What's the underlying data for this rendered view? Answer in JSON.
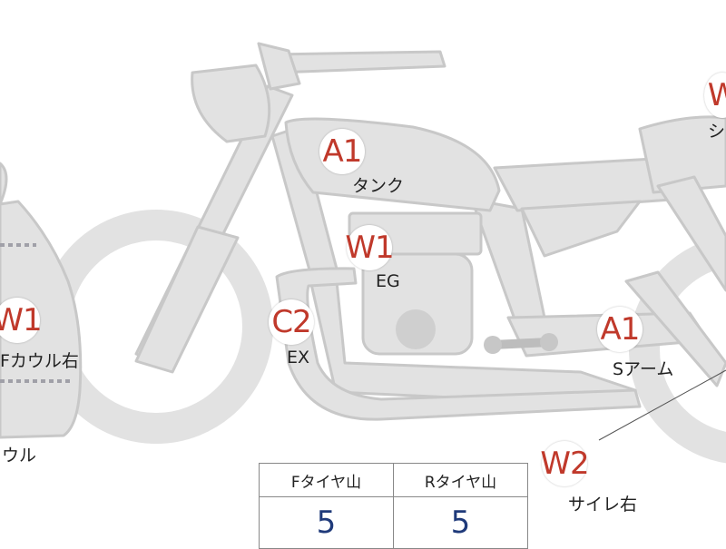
{
  "colors": {
    "body_fill": "#e2e2e2",
    "body_stroke": "#c8c8c8",
    "code_red": "#c0392b",
    "value_blue": "#1f3a7a"
  },
  "markers": {
    "tank": {
      "code": "A1",
      "label": "タンク"
    },
    "engine": {
      "code": "W1",
      "label": "EG"
    },
    "exhaust": {
      "code": "C2",
      "label": "EX"
    },
    "swingarm": {
      "code": "A1",
      "label": "Sアーム"
    },
    "silencer_right": {
      "code": "W2",
      "label": "サイレ右"
    },
    "f_cowl_right": {
      "code": "W1",
      "label": "Fカウル右"
    },
    "cowl_partial": {
      "label": "ウル"
    },
    "seat_partial": {
      "code": "W",
      "label": "シ"
    }
  },
  "tire_table": {
    "headers": [
      "Fタイヤ山",
      "Rタイヤ山"
    ],
    "values": [
      "5",
      "5"
    ]
  }
}
